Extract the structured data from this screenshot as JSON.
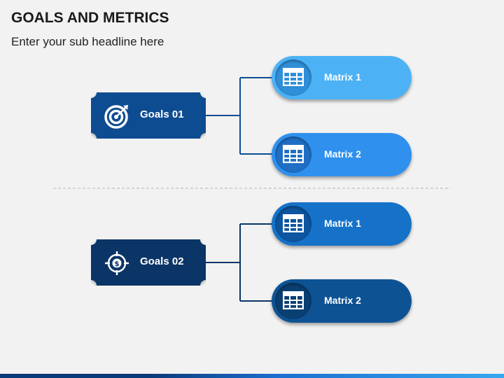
{
  "header": {
    "title": "GOALS AND METRICS",
    "subtitle": "Enter your sub headline here"
  },
  "goals": [
    {
      "label": "Goals 01",
      "icon": "target-arrow-icon",
      "color": "#0e4c91"
    },
    {
      "label": "Goals 02",
      "icon": "dollar-crosshair-icon",
      "color": "#0b3566"
    }
  ],
  "matrices": [
    {
      "label": "Matrix 1",
      "icon": "table-grid-icon",
      "color": "#4db2f5"
    },
    {
      "label": "Matrix 2",
      "icon": "table-grid-icon",
      "color": "#2f90ee"
    },
    {
      "label": "Matrix 1",
      "icon": "table-grid-icon",
      "color": "#1572c8"
    },
    {
      "label": "Matrix 2",
      "icon": "table-grid-icon",
      "color": "#0d5393"
    }
  ]
}
